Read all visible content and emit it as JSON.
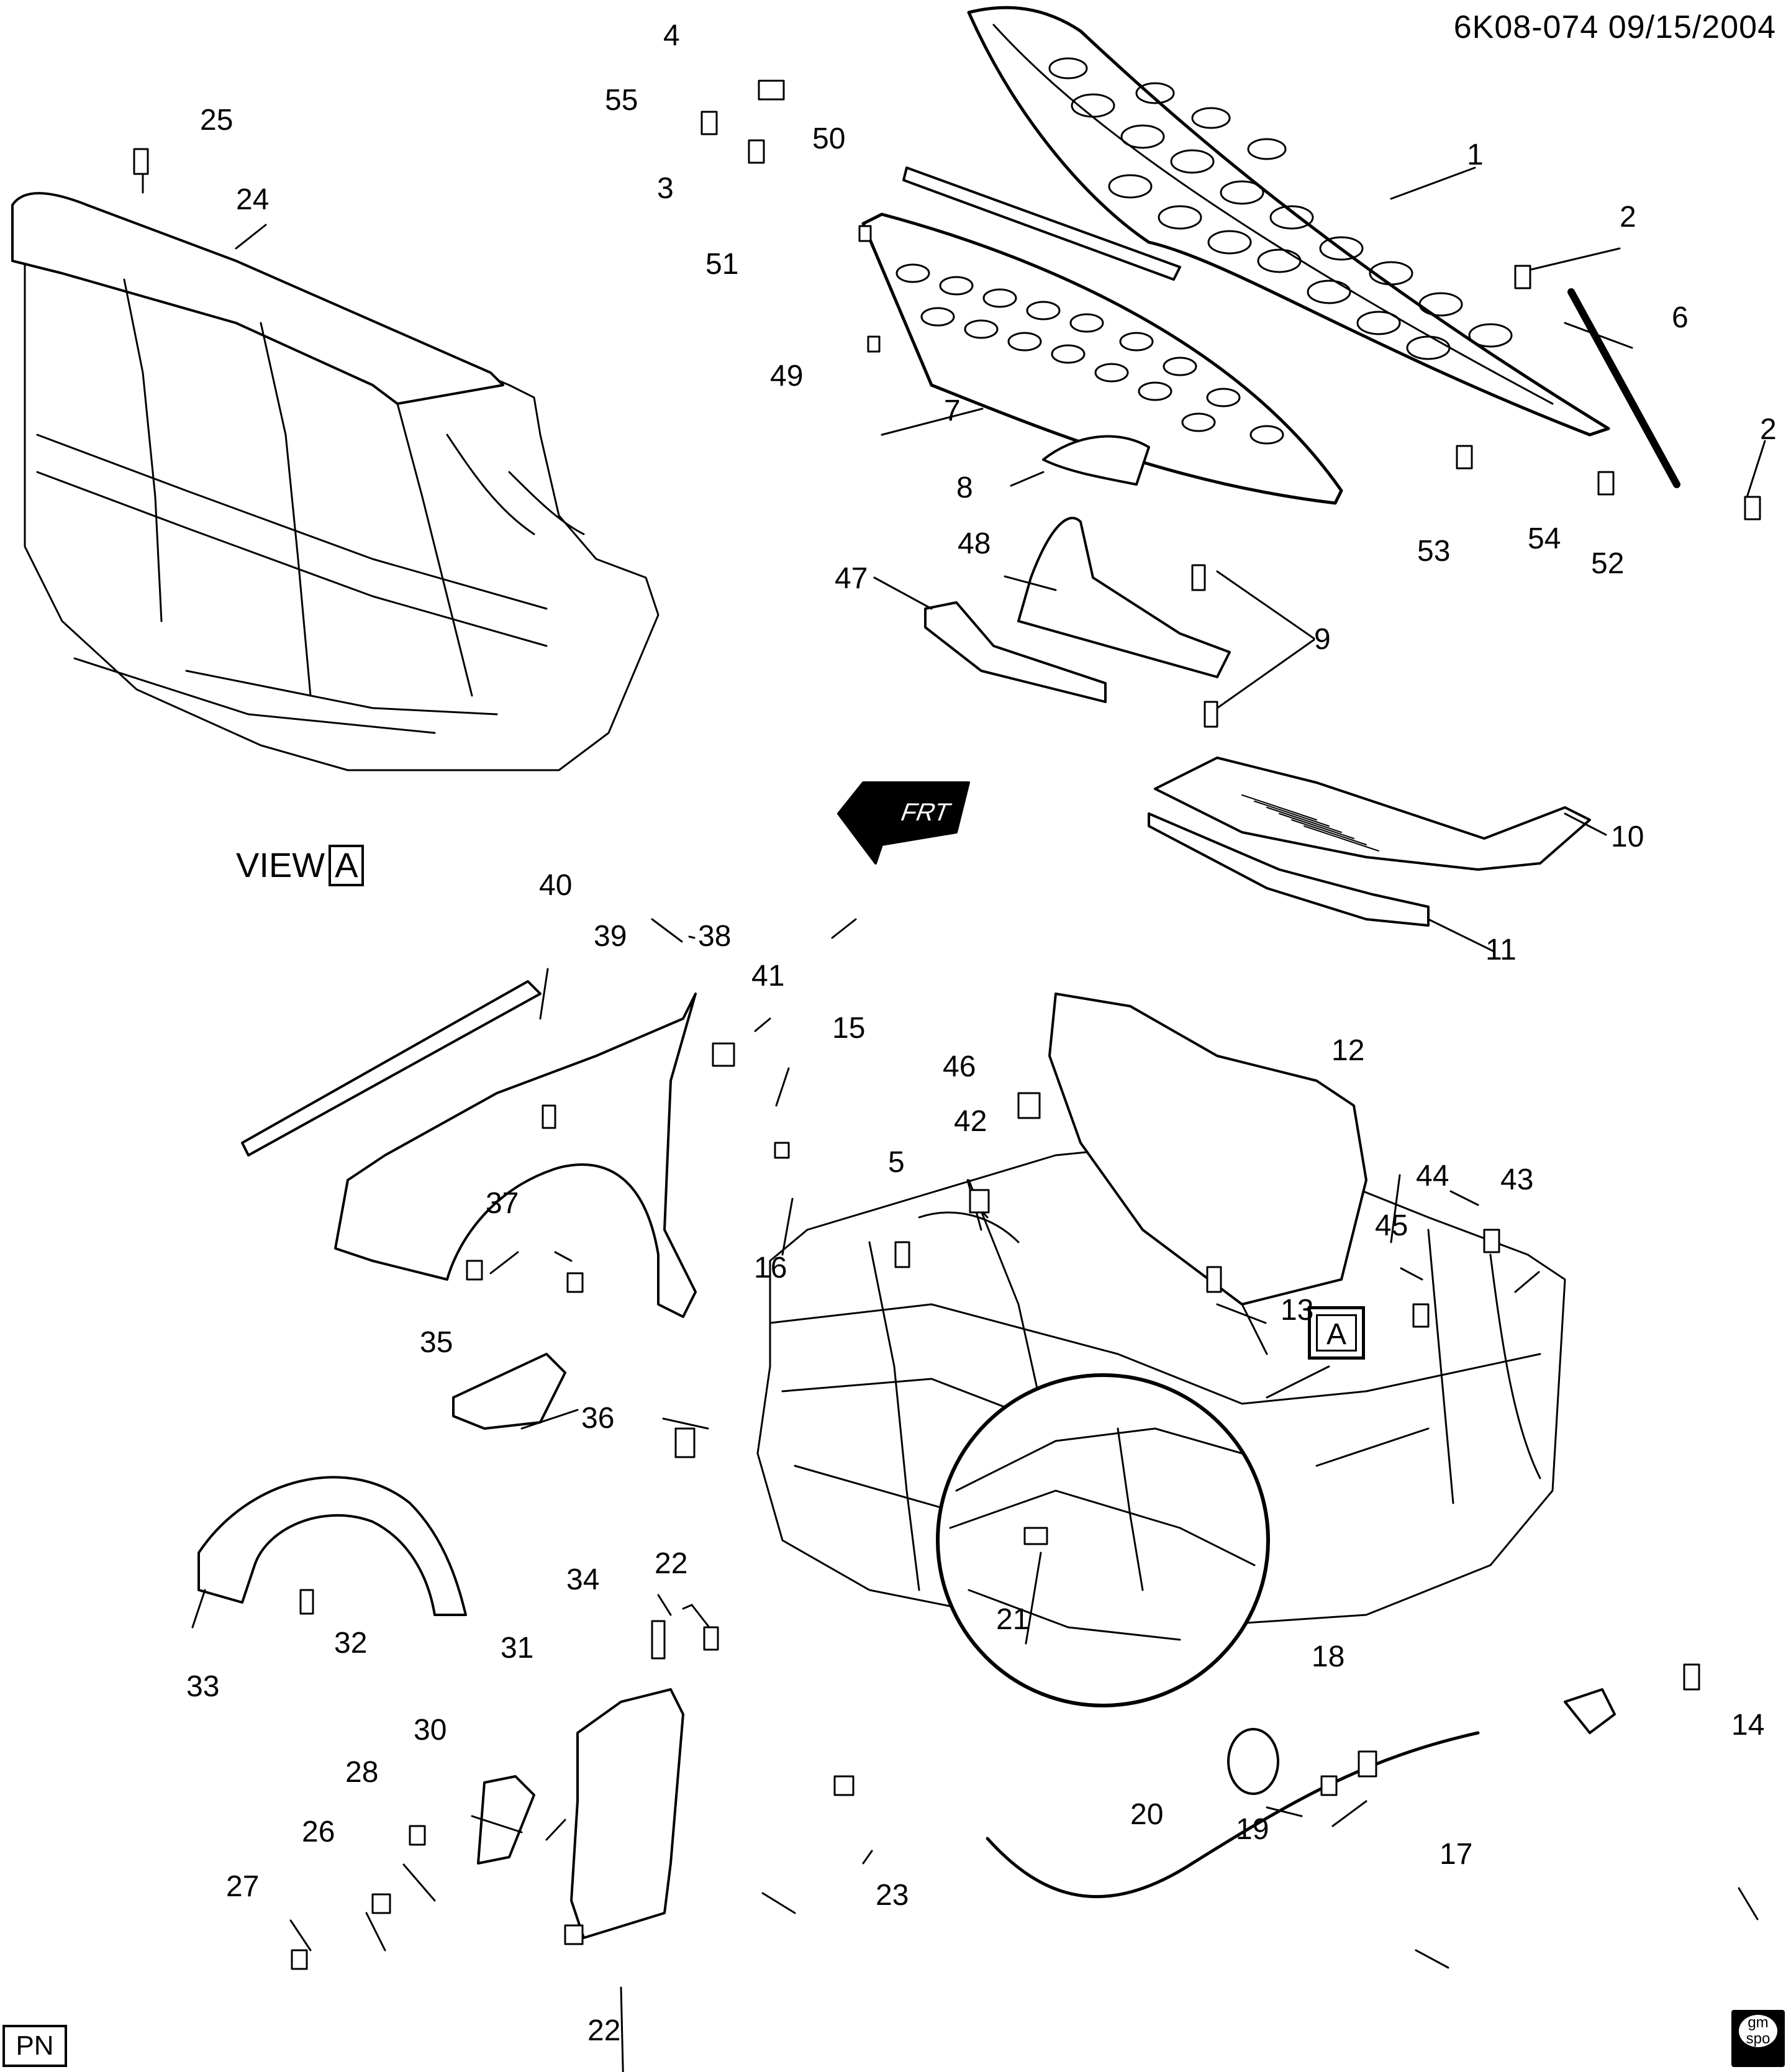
{
  "header": {
    "drawing_id": "6K08-074  09/15/2004"
  },
  "view": {
    "caption_word": "VIEW",
    "caption_letter": "A",
    "ref_letter": "A"
  },
  "corner": {
    "left_label": "PN",
    "badge_top": "gm",
    "badge_bottom": "spo"
  },
  "direction_marker": {
    "text": "FRT"
  },
  "callouts": [
    "1",
    "2",
    "2",
    "3",
    "4",
    "5",
    "6",
    "7",
    "8",
    "9",
    "10",
    "11",
    "12",
    "13",
    "14",
    "15",
    "16",
    "17",
    "18",
    "19",
    "20",
    "21",
    "22",
    "22",
    "23",
    "24",
    "25",
    "26",
    "27",
    "28",
    "30",
    "31",
    "32",
    "33",
    "34",
    "35",
    "36",
    "37",
    "38",
    "39",
    "40",
    "41",
    "42",
    "43",
    "44",
    "45",
    "46",
    "47",
    "48",
    "49",
    "50",
    "51",
    "52",
    "53",
    "54",
    "55"
  ]
}
